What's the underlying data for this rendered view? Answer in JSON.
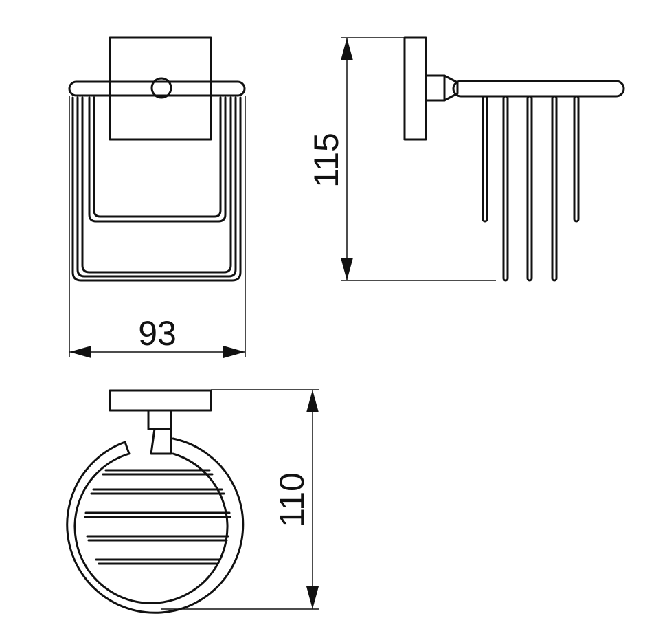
{
  "drawing": {
    "dimensions": {
      "front_width": "93",
      "side_height": "115",
      "top_depth": "110"
    }
  }
}
